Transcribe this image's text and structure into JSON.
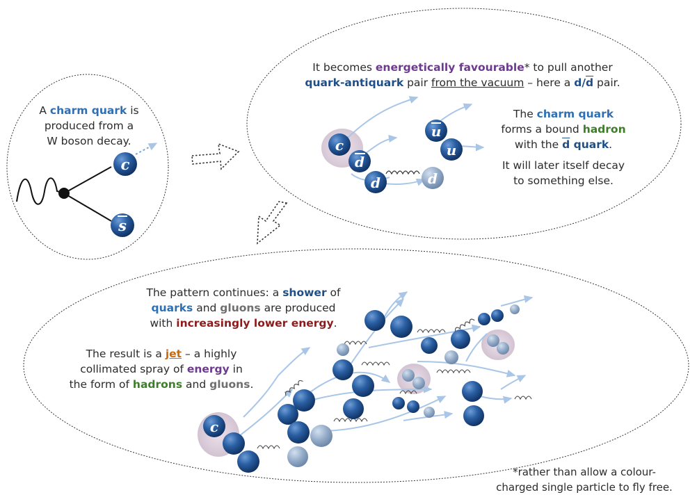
{
  "panel1": {
    "line1_a": "A ",
    "line1_b": "charm quark",
    "line1_c": " is",
    "line2": "produced from a",
    "line3": "W boson decay.",
    "quark_c": "c",
    "quark_sbar": "s"
  },
  "panel2": {
    "top1_a": "It becomes ",
    "top1_b": "energetically favourable",
    "top1_c": "* to pull another",
    "top2_a": "quark-antiquark",
    "top2_b": " pair ",
    "top2_c": "from the vacuum",
    "top2_d": " – here a ",
    "top2_e": "d/",
    "top2_f": "d",
    "top2_g": " pair.",
    "r1_a": "The ",
    "r1_b": "charm quark",
    "r2_a": "forms a bound ",
    "r2_b": "hadron",
    "r3_a": "with the ",
    "r3_b": "d",
    "r3_c": " quark",
    "r3_d": ".",
    "r4": "It will later itself decay",
    "r5": "to something else.",
    "q_c": "c",
    "q_dbar": "d",
    "q_d": "d",
    "q_ubar": "u",
    "q_u": "u",
    "q_dfaint": "d"
  },
  "panel3": {
    "p1_a": "The pattern continues: a ",
    "p1_b": "shower",
    "p1_c": " of",
    "p2_a": "quarks",
    "p2_b": " and ",
    "p2_c": "gluons",
    "p2_d": " are produced",
    "p3_a": "with ",
    "p3_b": "increasingly lower energy",
    "p3_c": ".",
    "j1_a": "The result is a ",
    "j1_b": "jet",
    "j1_c": " – a highly",
    "j2_a": "collimated spray of ",
    "j2_b": "energy",
    "j2_c": " in",
    "j3_a": "the form of ",
    "j3_b": "hadrons",
    "j3_c": " and ",
    "j3_d": "gluons",
    "j3_e": ".",
    "q_c": "c"
  },
  "footnote": {
    "line1": "*rather than allow a colour-",
    "line2": "charged single particle to fly free."
  },
  "colors": {
    "charm_blue": "#2f6fb3",
    "purple": "#6e3a8e",
    "green": "#3f7d2a",
    "gray": "#6f6f6f",
    "red": "#8e1b1b",
    "jet_orange": "#c86b10",
    "quark_dark": "#1d4f8c",
    "quark_light": "#8fa6c2",
    "arrow_light": "#a9c6e6"
  }
}
